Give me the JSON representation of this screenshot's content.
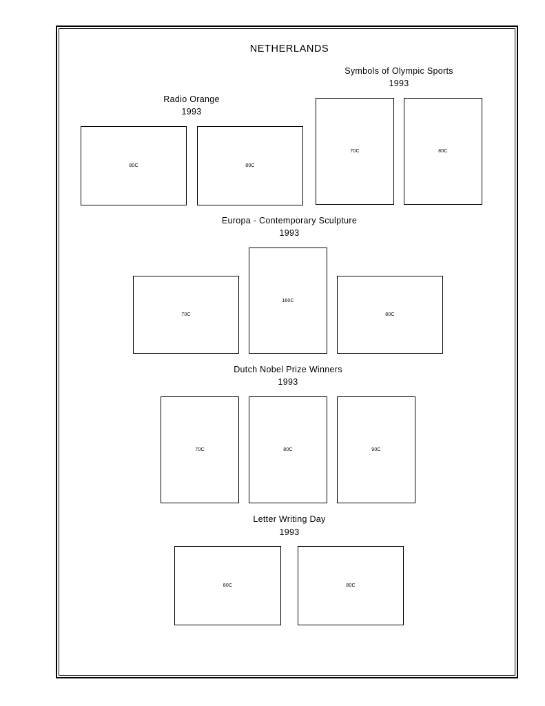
{
  "page": {
    "title": "NETHERLANDS"
  },
  "sections": [
    {
      "title": "Radio Orange",
      "year": "1993",
      "stamps": [
        "80C",
        "80C"
      ]
    },
    {
      "title": "Symbols of Olympic Sports",
      "year": "1993",
      "stamps": [
        "70C",
        "80C"
      ]
    },
    {
      "title": "Europa - Contemporary Sculpture",
      "year": "1993",
      "stamps": [
        "70C",
        "160C",
        "80C"
      ]
    },
    {
      "title": "Dutch Nobel Prize Winners",
      "year": "1993",
      "stamps": [
        "70C",
        "80C",
        "90C"
      ]
    },
    {
      "title": "Letter Writing Day",
      "year": "1993",
      "stamps": [
        "80C",
        "80C"
      ]
    }
  ]
}
